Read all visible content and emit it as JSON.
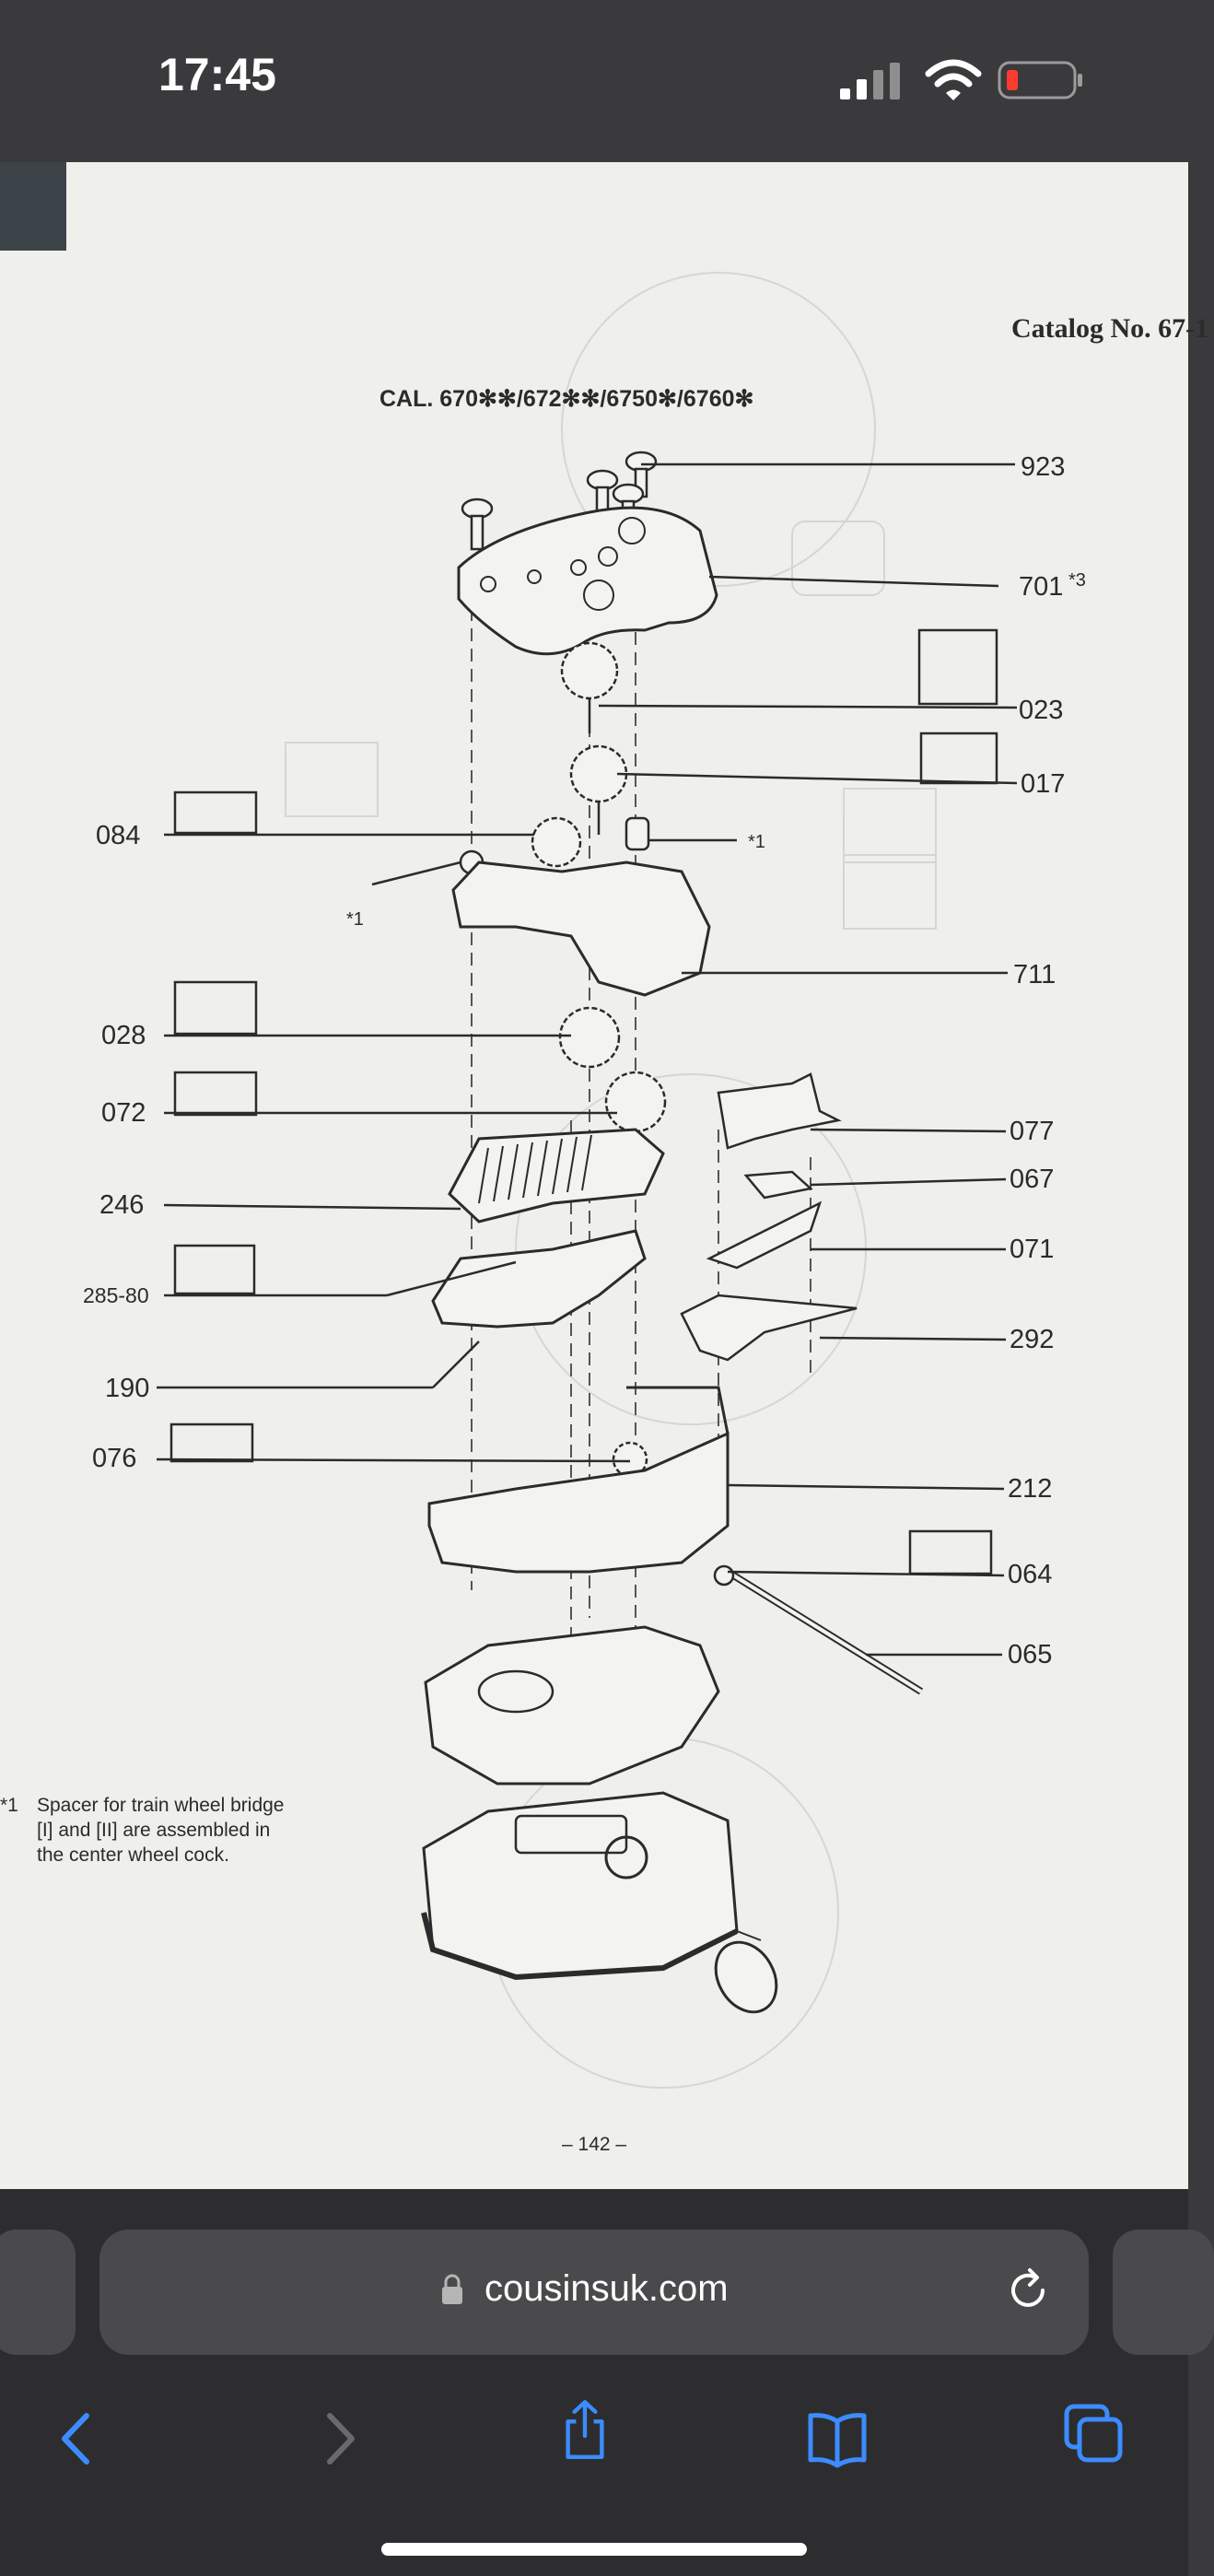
{
  "status_bar": {
    "time": "17:45"
  },
  "document": {
    "catalog_header": "Catalog No. 67-1",
    "caliber_title": "CAL. 670✻✻/672✻✻/6750✻/6760✻",
    "part_labels": {
      "p923": "923",
      "p701": "701",
      "p701_note": "*3",
      "p023": "023",
      "p017": "017",
      "star1_right": "*1",
      "p084": "084",
      "star1_left": "*1",
      "p711": "711",
      "p028": "028",
      "p072": "072",
      "p077": "077",
      "p067": "067",
      "p246": "246",
      "p071": "071",
      "p285_80": "285-80",
      "p292": "292",
      "p190": "190",
      "p076": "076",
      "p212": "212",
      "p064": "064",
      "p065": "065"
    },
    "footnote": {
      "marker": "*1",
      "lines": [
        "Spacer for train wheel bridge",
        "[I] and [II] are assembled in",
        "the center wheel cock."
      ]
    },
    "page_number": "– 142 –"
  },
  "browser": {
    "url": "cousinsuk.com"
  }
}
